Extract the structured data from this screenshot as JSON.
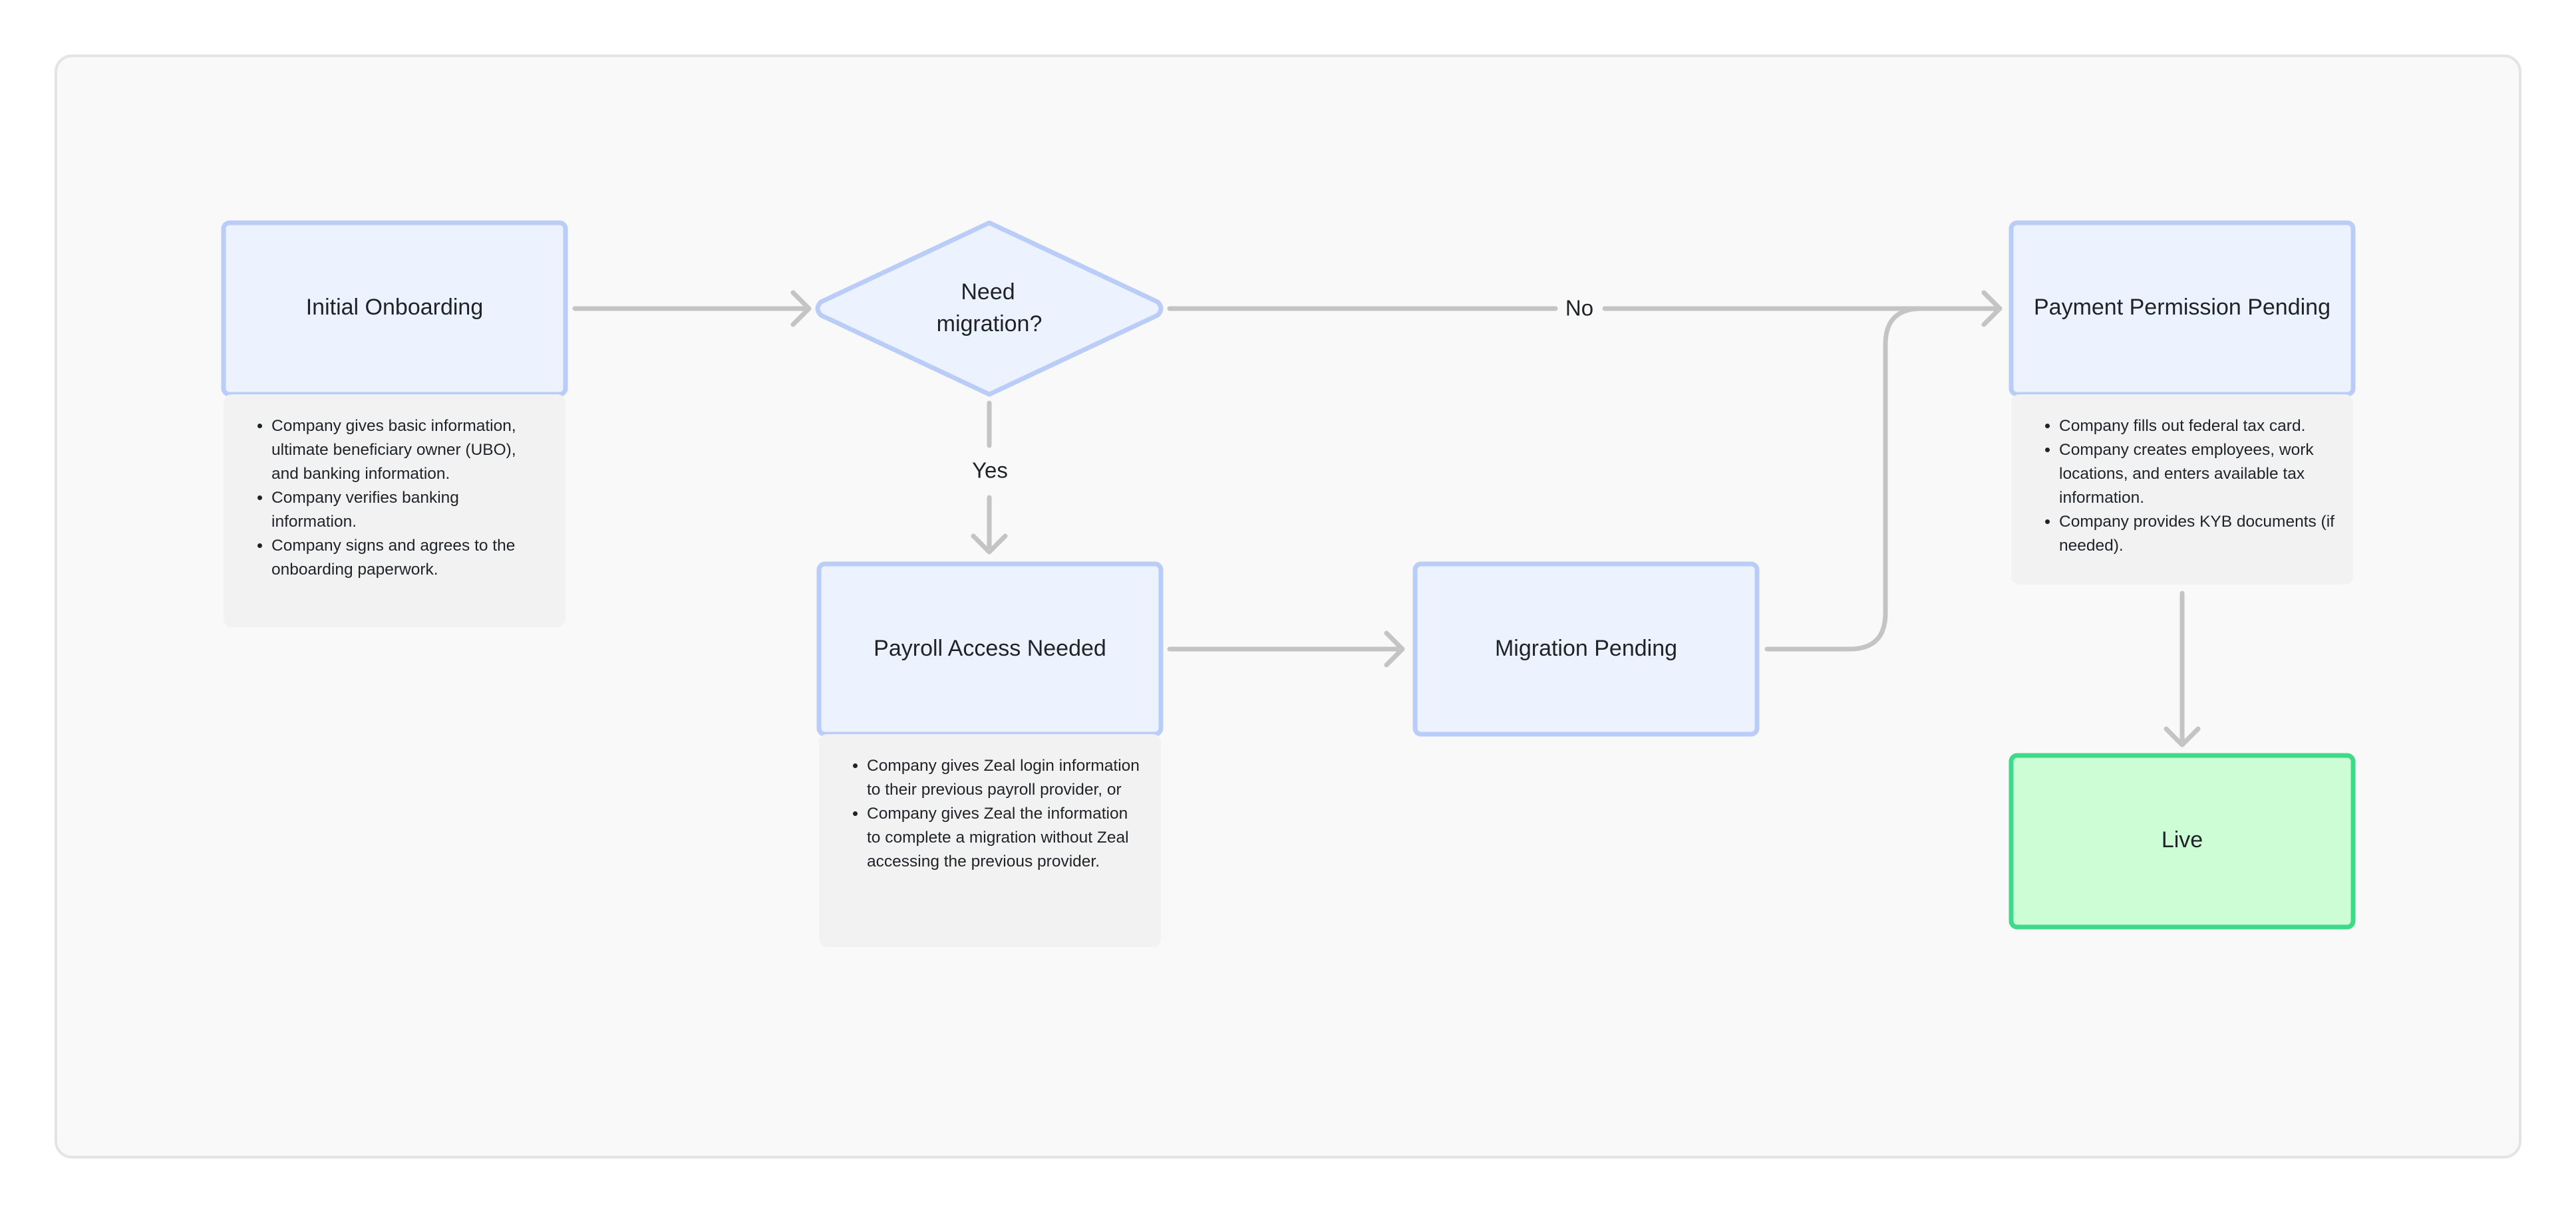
{
  "colors": {
    "canvas_bg": "#f9f9f9",
    "node_fill": "#ecf2fe",
    "node_border": "#b9cdf8",
    "live_fill": "#ccfdd5",
    "live_border": "#3fd98a",
    "connector": "#c4c4c4",
    "notes_bg": "#f2f2f2",
    "text": "#1f2328"
  },
  "nodes": {
    "initial_onboarding": {
      "label": "Initial Onboarding"
    },
    "need_migration": {
      "label_line1": "Need",
      "label_line2": "migration?"
    },
    "payroll_access_needed": {
      "label": "Payroll Access Needed"
    },
    "migration_pending": {
      "label": "Migration Pending"
    },
    "payment_permission_pending": {
      "label": "Payment Permission Pending"
    },
    "live": {
      "label": "Live"
    }
  },
  "edges": {
    "no_label": "No",
    "yes_label": "Yes"
  },
  "notes": {
    "initial_onboarding": [
      "Company gives basic information, ultimate beneficiary owner (UBO), and banking information.",
      "Company verifies banking information.",
      "Company signs and agrees to the onboarding paperwork."
    ],
    "payroll_access_needed": [
      "Company gives Zeal login information to their previous payroll provider, or",
      "Company gives Zeal the information to complete a migration without Zeal accessing the previous provider."
    ],
    "payment_permission_pending": [
      "Company fills out federal tax card.",
      "Company creates employees, work locations, and enters available tax information.",
      "Company provides KYB documents (if needed)."
    ]
  }
}
